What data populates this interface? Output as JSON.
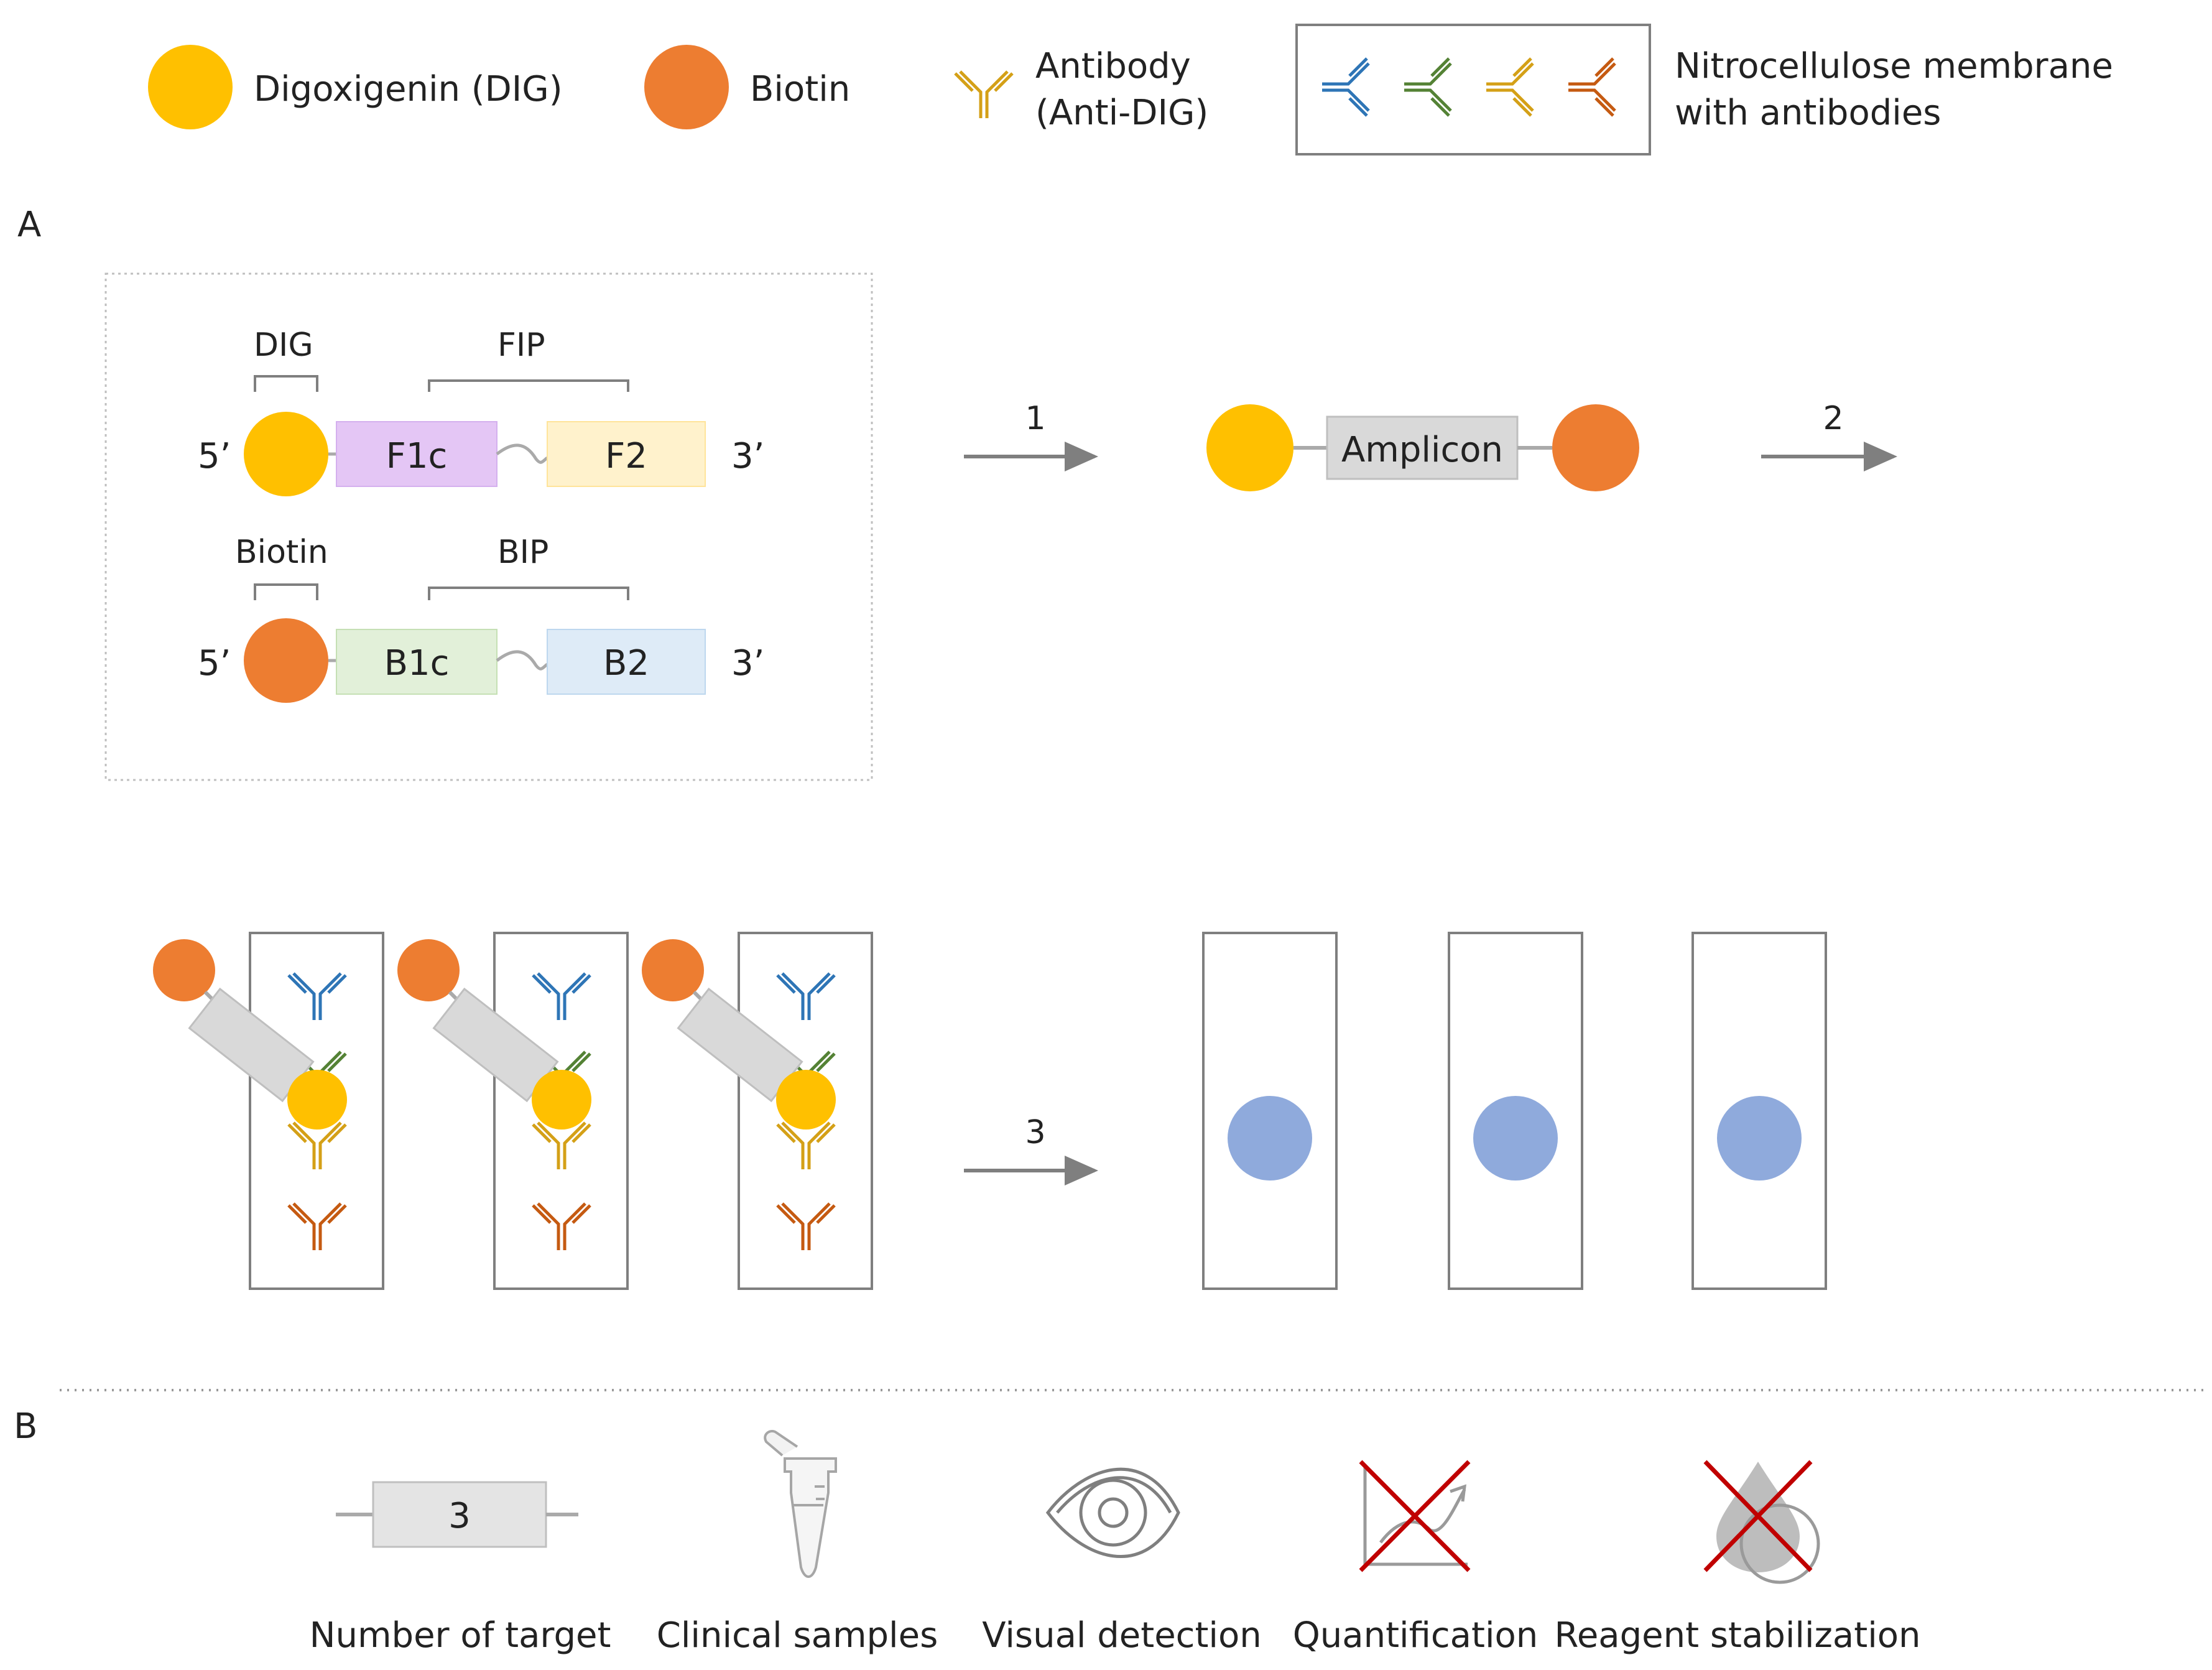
{
  "legend": {
    "dig_label": "Digoxigenin (DIG)",
    "biotin_label": "Biotin",
    "antibody_line1": "Antibody",
    "antibody_line2": "(Anti-DIG)",
    "membrane_line1": "Nitrocellulose membrane",
    "membrane_line2": "with antibodies"
  },
  "section_a": {
    "label": "A",
    "fip": {
      "tag_left": "DIG",
      "tag_right": "FIP",
      "end5": "5’",
      "end3": "3’",
      "seg1": "F1c",
      "seg2": "F2"
    },
    "bip": {
      "tag_left": "Biotin",
      "tag_right": "BIP",
      "end5": "5’",
      "end3": "3’",
      "seg1": "B1c",
      "seg2": "B2"
    },
    "step1": "1",
    "step2": "2",
    "step3": "3",
    "amplicon": "Amplicon"
  },
  "section_b": {
    "label": "B",
    "target_count": "3",
    "items": [
      "Number of target",
      "Clinical samples",
      "Visual detection",
      "Quantification",
      "Reagent stabilization"
    ]
  },
  "colors": {
    "dig": "#FFC000",
    "biotin": "#ED7D31",
    "ab_blue": "#2E75B6",
    "ab_green": "#548235",
    "ab_yellow": "#D4A017",
    "ab_orange": "#C55A11",
    "f1c": "#E4C6F5",
    "f2": "#FFF2CC",
    "b1c": "#E2F0D9",
    "b2": "#DEEBF7",
    "amplicon": "#D9D9D9",
    "spot": "#8FAADC",
    "cross": "#C00000"
  }
}
